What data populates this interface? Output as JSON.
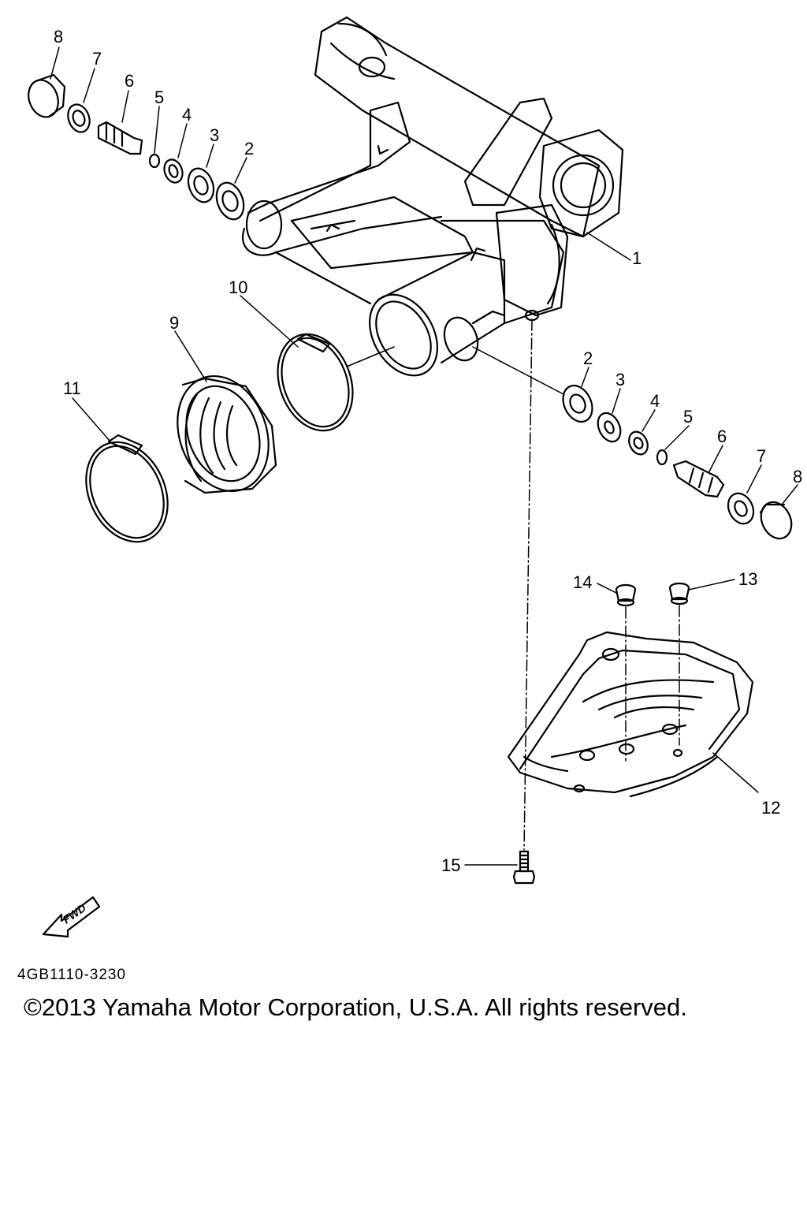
{
  "callouts": {
    "p1": "1",
    "p2_top": "2",
    "p3_top": "3",
    "p4_top": "4",
    "p5_top": "5",
    "p6_top": "6",
    "p7_top": "7",
    "p8_top": "8",
    "p2_bot": "2",
    "p3_bot": "3",
    "p4_bot": "4",
    "p5_bot": "5",
    "p6_bot": "6",
    "p7_bot": "7",
    "p8_bot": "8",
    "p9": "9",
    "p10": "10",
    "p11": "11",
    "p12": "12",
    "p13": "13",
    "p14": "14",
    "p15": "15"
  },
  "fwd_label": "FWD",
  "figure_code": "4GB1110-3230",
  "copyright": "©2013 Yamaha Motor Corporation, U.S.A. All rights reserved."
}
